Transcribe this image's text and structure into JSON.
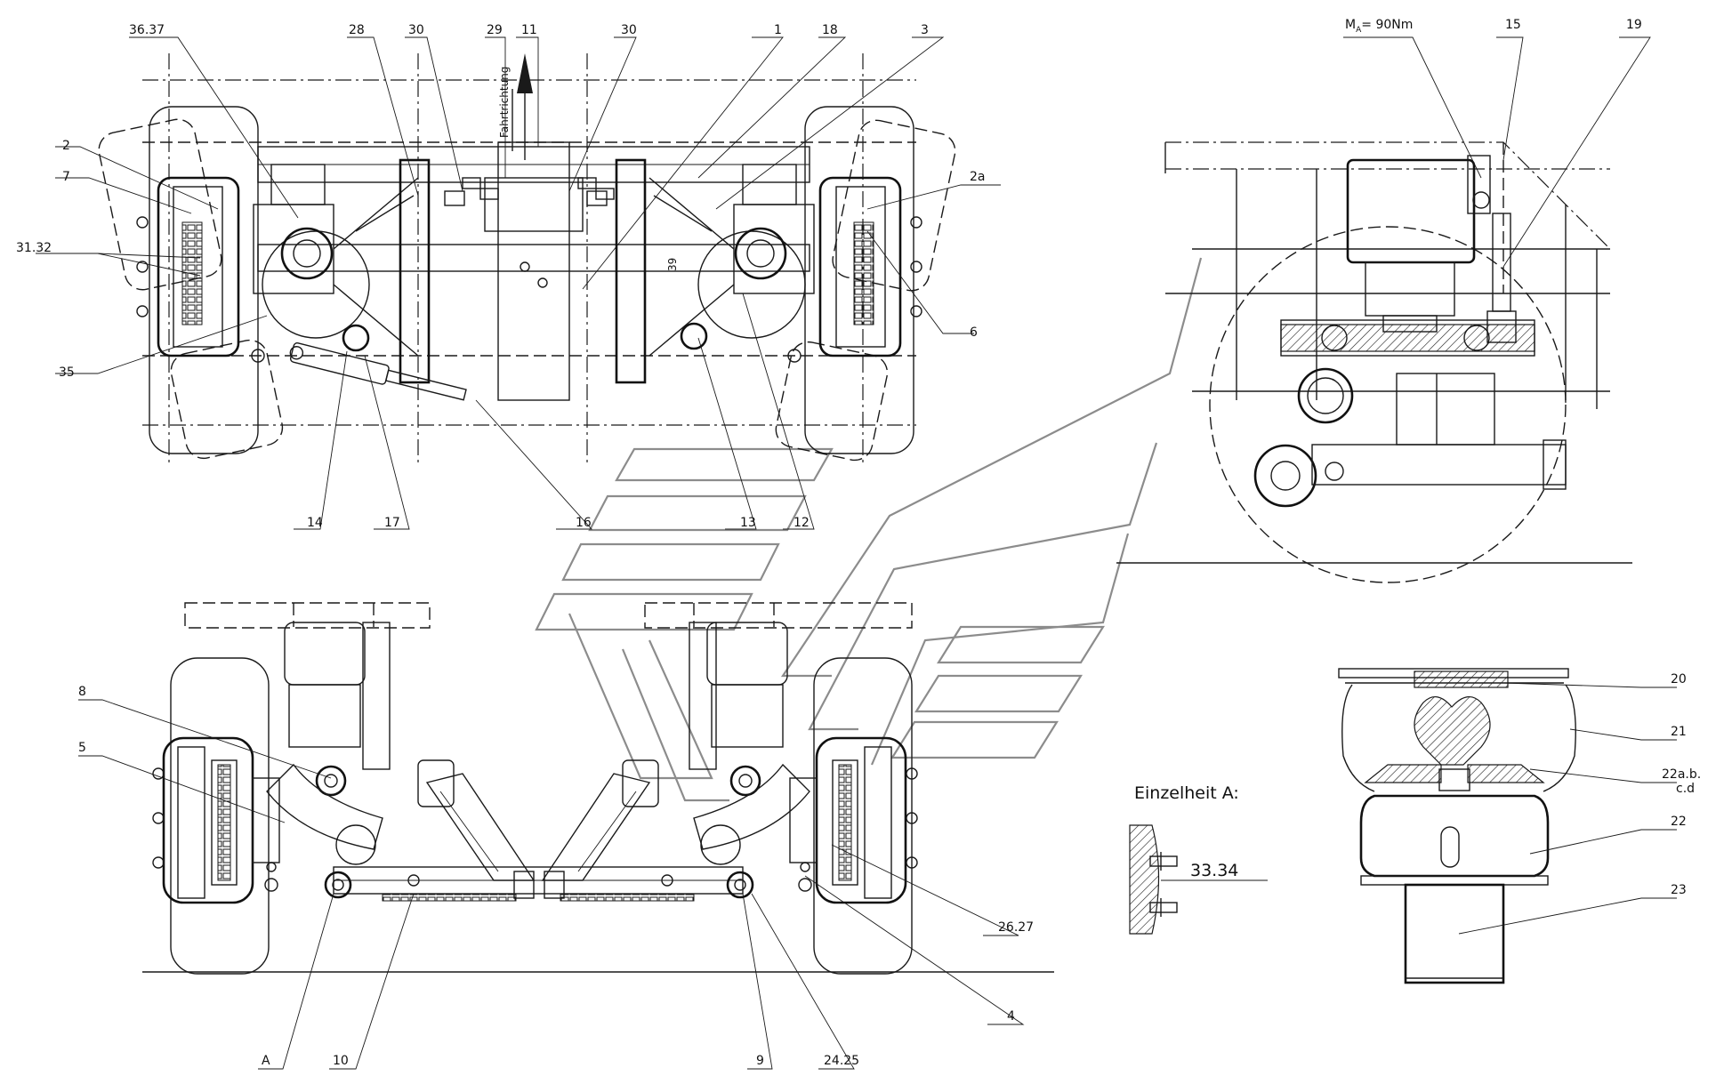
{
  "labels": {
    "p36_37": "36.37",
    "p28": "28",
    "p30a": "30",
    "p29": "29",
    "p11": "11",
    "p30b": "30",
    "p1": "1",
    "p18": "18",
    "p3": "3",
    "p2": "2",
    "p7": "7",
    "p31_32": "31.32",
    "p35": "35",
    "p2a": "2a",
    "p6": "6",
    "p14": "14",
    "p17": "17",
    "p16": "16",
    "p13": "13",
    "p12": "12",
    "p15": "15",
    "p19": "19",
    "p8": "8",
    "p5": "5",
    "pA": "A",
    "p10": "10",
    "p9": "9",
    "p24_25": "24.25",
    "p4": "4",
    "p26_27": "26.27",
    "p20": "20",
    "p21": "21",
    "p22abcd_1": "22a.b.",
    "p22abcd_2": "c.d",
    "p22": "22",
    "p23": "23",
    "p33_34": "33.34"
  },
  "torque_note": {
    "symbol": "M",
    "subscript": "A",
    "value": "= 90Nm"
  },
  "detail_title": "Einzelheit A:",
  "arrow_note": "Fahrtrichtung",
  "small_dim": "39"
}
